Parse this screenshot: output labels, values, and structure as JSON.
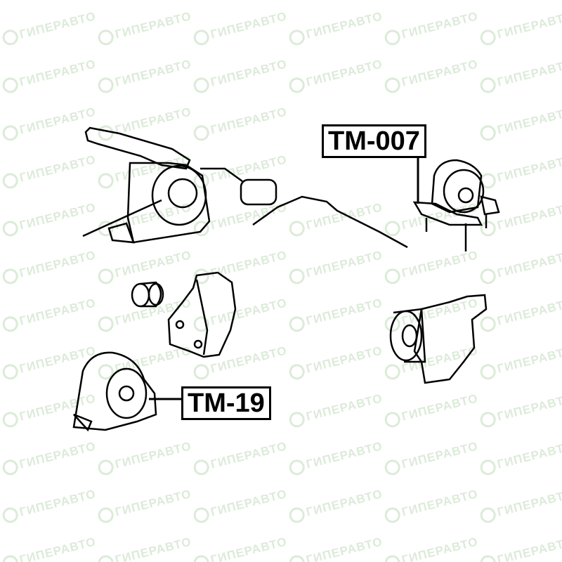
{
  "watermark": {
    "text": "ГИПЕРАВТО",
    "color": "#dcebd9"
  },
  "labels": {
    "part_1": "TM-007",
    "part_2": "TM-19"
  }
}
